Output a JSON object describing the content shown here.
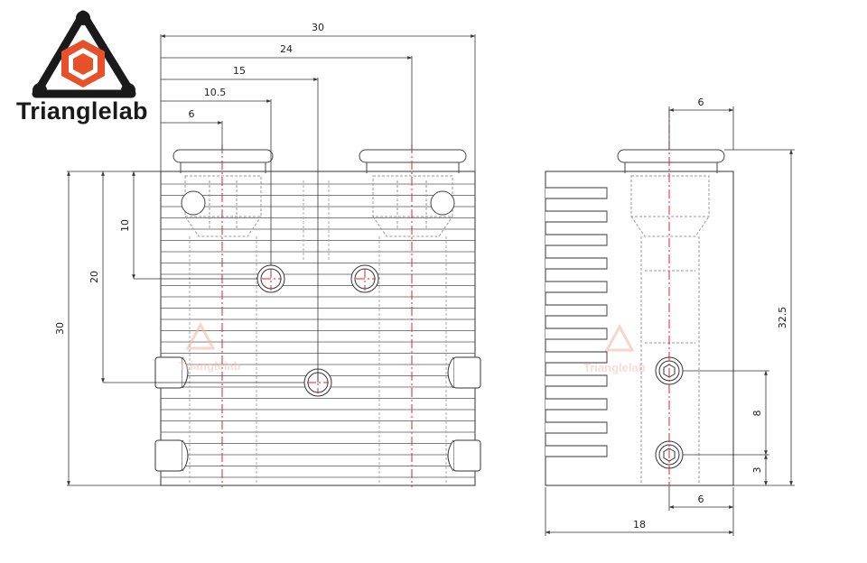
{
  "brand": {
    "name": "Trianglelab",
    "accent_color": "#e8502a",
    "outline_color": "#1a1a1a"
  },
  "drawing": {
    "line_color": "#333333",
    "centerline_color": "#e0242a",
    "front_view": {
      "horizontal_dimensions": [
        "30",
        "24",
        "15",
        "10.5",
        "6"
      ],
      "vertical_dimensions": [
        "10",
        "20",
        "30"
      ]
    },
    "side_view": {
      "top_dimension": "6",
      "height_dimension": "32.5",
      "hole_spacing_dimension": "8",
      "bottom_offset_dimension": "3",
      "bottom_small_dimension": "6",
      "width_dimension": "18"
    },
    "watermark_text": "Trianglelab"
  }
}
